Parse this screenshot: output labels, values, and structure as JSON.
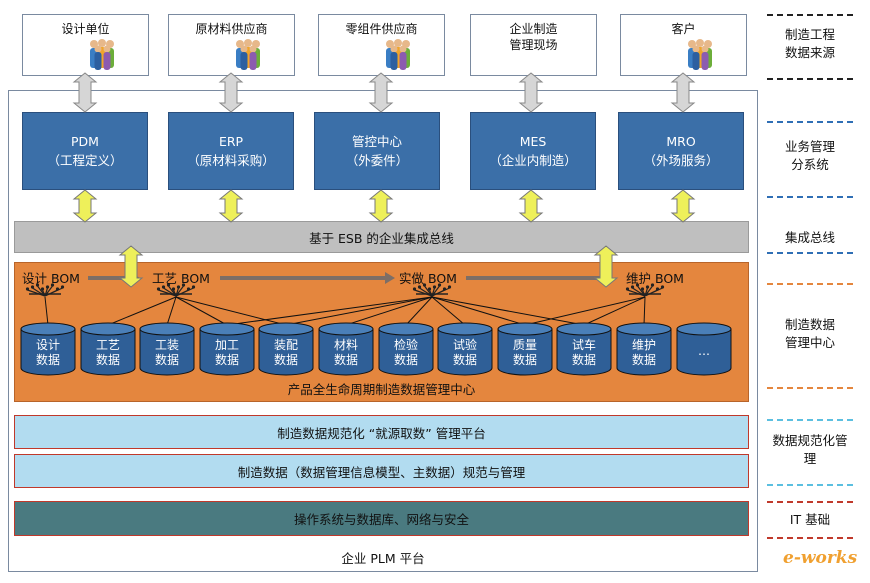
{
  "sources": [
    {
      "label": "设计单位"
    },
    {
      "label": "原材料供应商"
    },
    {
      "label": "零组件供应商"
    },
    {
      "label": "企业制造\n管理现场"
    },
    {
      "label": "客户"
    }
  ],
  "subsystems": [
    {
      "title": "PDM",
      "subtitle": "（工程定义）"
    },
    {
      "title": "ERP",
      "subtitle": "（原材料采购）"
    },
    {
      "title": "管控中心",
      "subtitle": "（外委件）"
    },
    {
      "title": "MES",
      "subtitle": "（企业内制造）"
    },
    {
      "title": "MRO",
      "subtitle": "（外场服务）"
    }
  ],
  "esb_bus": "基于 ESB 的企业集成总线",
  "bom_labels": [
    "设计 BOM",
    "工艺 BOM",
    "实做 BOM",
    "维护 BOM"
  ],
  "databases": [
    [
      "设计",
      "数据"
    ],
    [
      "工艺",
      "数据"
    ],
    [
      "工装",
      "数据"
    ],
    [
      "加工",
      "数据"
    ],
    [
      "装配",
      "数据"
    ],
    [
      "材料",
      "数据"
    ],
    [
      "检验",
      "数据"
    ],
    [
      "试验",
      "数据"
    ],
    [
      "质量",
      "数据"
    ],
    [
      "试车",
      "数据"
    ],
    [
      "维护",
      "数据"
    ],
    [
      "…",
      ""
    ]
  ],
  "data_center_label": "产品全生命周期制造数据管理中心",
  "platform_bar": "制造数据规范化 “就源取数” 管理平台",
  "standards_bar": "制造数据（数据管理信息模型、主数据）规范与管理",
  "infra_bar": "操作系统与数据库、网络与安全",
  "plm_label": "企业 PLM 平台",
  "legend": [
    {
      "text": "制造工程\n数据来源",
      "color": "#222222"
    },
    {
      "text": "业务管理\n分系统",
      "color": "#2f6fb5"
    },
    {
      "text": "集成总线",
      "color": "#2f6fb5"
    },
    {
      "text": "制造数据\n管理中心",
      "color": "#e4863e"
    },
    {
      "text": "数据规范化管\n理",
      "color": "#5bbfe0"
    },
    {
      "text": "IT 基础",
      "color": "#c0392b"
    }
  ],
  "watermark": "e-works",
  "colors": {
    "subsystem": "#3b6fa8",
    "esb": "#bfbfbf",
    "data_center": "#e4863e",
    "database": "#2f5f97",
    "light_bar": "#b2dcf0",
    "infra": "#4a7a80",
    "arrow_yellow": "#eef05a",
    "arrow_gray": "#d6d6d6"
  }
}
